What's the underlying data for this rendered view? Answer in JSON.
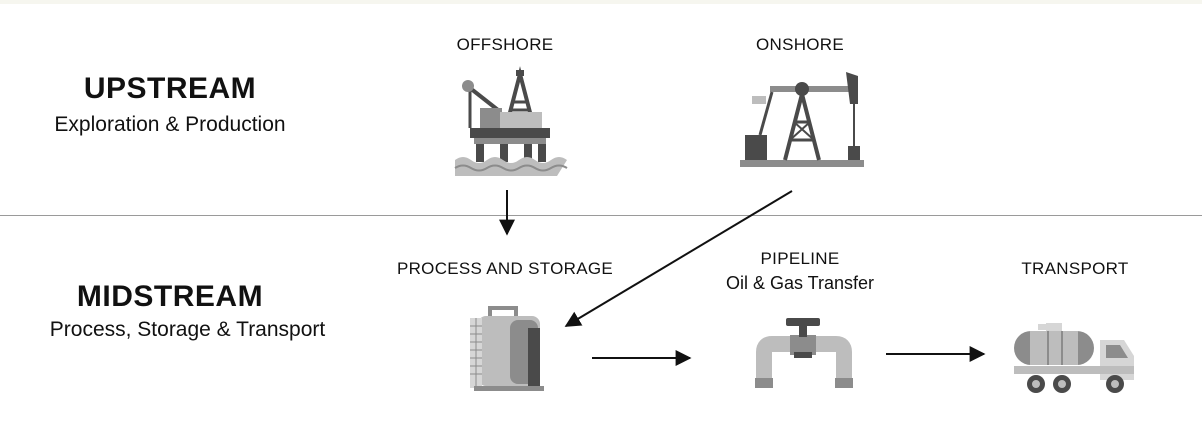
{
  "upstream": {
    "title": "UPSTREAM",
    "subtitle": "Exploration & Production"
  },
  "midstream": {
    "title": "MIDSTREAM",
    "subtitle": "Process, Storage & Transport"
  },
  "nodes": {
    "offshore": {
      "label": "OFFSHORE",
      "icon": "offshore-oil-rig-icon"
    },
    "onshore": {
      "label": "ONSHORE",
      "icon": "pumpjack-icon"
    },
    "process_storage": {
      "label": "PROCESS AND STORAGE",
      "icon": "storage-tank-icon"
    },
    "pipeline": {
      "label": "PIPELINE",
      "sublabel": "Oil & Gas Transfer",
      "icon": "pipeline-valve-icon"
    },
    "transport": {
      "label": "TRANSPORT",
      "icon": "tanker-truck-icon"
    }
  },
  "colors": {
    "dark": "#4a4a4a",
    "mid": "#8c8c8c",
    "light": "#bdbdbd",
    "lighter": "#d6d6d6",
    "arrow": "#111111",
    "divider": "#9a9a9a"
  }
}
